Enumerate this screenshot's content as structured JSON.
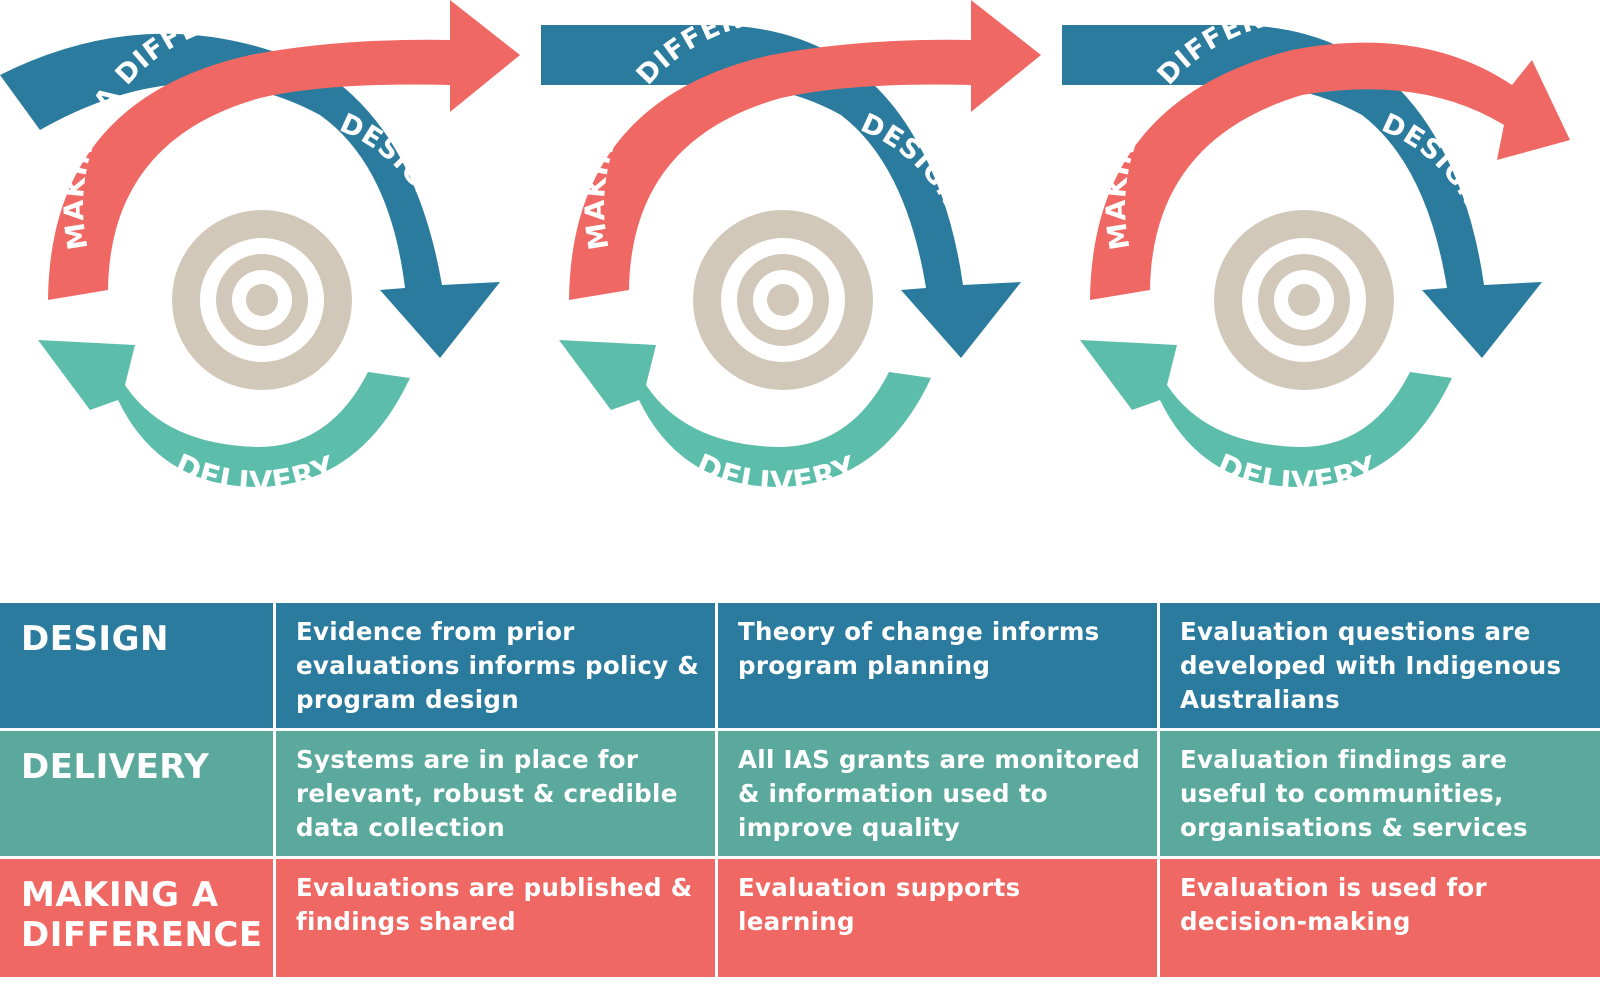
{
  "colors": {
    "design": "#2a7b9e",
    "delivery": "#5aa99c",
    "delivery_arrow": "#5cbeaa",
    "making_a_difference": "#ef6863",
    "target": "#d2c8ba"
  },
  "diagram": {
    "cycles": [
      {
        "making_a_difference_label": "MAKING A DIFFERENCE",
        "design_label": "DESIGN",
        "delivery_label": "DELIVERY",
        "center_icon": "target-icon"
      },
      {
        "making_a_difference_label": "MAKING A DIFFERENCE",
        "design_label": "DESIGN",
        "delivery_label": "DELIVERY",
        "center_icon": "target-icon"
      },
      {
        "making_a_difference_label": "MAKING A DIFFERENCE",
        "design_label": "DESIGN",
        "delivery_label": "DELIVERY",
        "center_icon": "target-icon"
      }
    ]
  },
  "table": {
    "rows": [
      {
        "heading": "DESIGN",
        "cells": [
          "Evidence from prior evaluations informs policy & program design",
          "Theory of change informs program planning",
          "Evaluation questions are developed with Indigenous Australians"
        ]
      },
      {
        "heading": "DELIVERY",
        "cells": [
          "Systems are in place for relevant, robust & credible data collection",
          "All IAS grants are monitored & information used to improve quality",
          "Evaluation findings are useful to communities, organisations & services"
        ]
      },
      {
        "heading": "MAKING A DIFFERENCE",
        "cells": [
          "Evaluations are published & findings shared",
          "Evaluation supports learning",
          "Evaluation is used for decision-making"
        ]
      }
    ]
  }
}
